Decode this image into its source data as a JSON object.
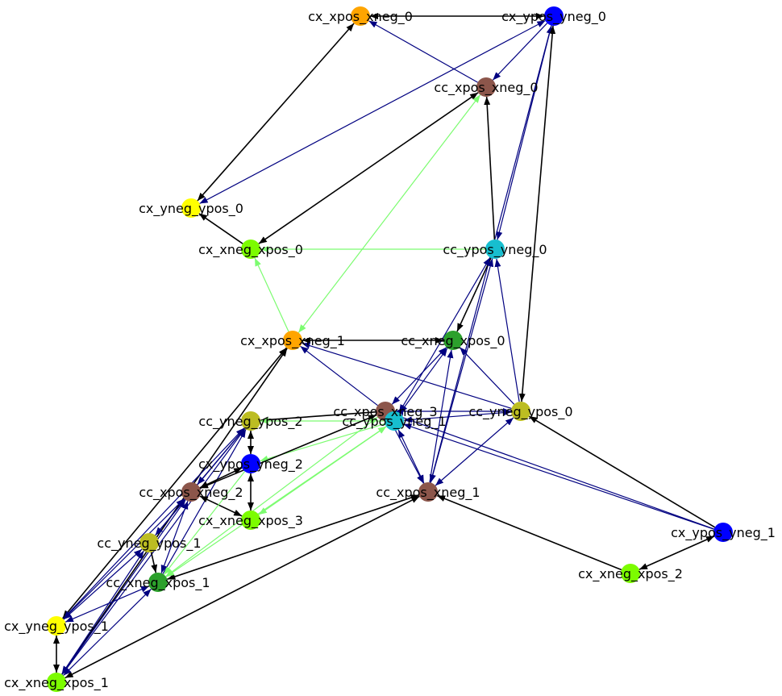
{
  "graph": {
    "nodes": [
      {
        "id": "cx_xpos_xneg_0",
        "label": "cx_xpos_xneg_0",
        "color": "#ffa500"
      },
      {
        "id": "cx_ypos_yneg_0",
        "label": "cx_ypos_yneg_0",
        "color": "#0000ff"
      },
      {
        "id": "cc_xpos_xneg_0",
        "label": "cc_xpos_xneg_0",
        "color": "#8c564b"
      },
      {
        "id": "cx_yneg_ypos_0",
        "label": "cx_yneg_ypos_0",
        "color": "#ffff00"
      },
      {
        "id": "cx_xneg_xpos_0",
        "label": "cx_xneg_xpos_0",
        "color": "#7cfc00"
      },
      {
        "id": "cc_ypos_yneg_0",
        "label": "cc_ypos_yneg_0",
        "color": "#17becf"
      },
      {
        "id": "cx_xpos_xneg_1",
        "label": "cx_xpos_xneg_1",
        "color": "#ffa500"
      },
      {
        "id": "cc_xneg_xpos_0",
        "label": "cc_xneg_xpos_0",
        "color": "#2ca02c"
      },
      {
        "id": "cc_xpos_xneg_3",
        "label": "cc_xpos_xneg_3",
        "color": "#8c564b"
      },
      {
        "id": "cc_ypos_yneg_1",
        "label": "cc_ypos_yneg_1",
        "color": "#17becf"
      },
      {
        "id": "cc_yneg_ypos_0",
        "label": "cc_yneg_ypos_0",
        "color": "#bcbd22"
      },
      {
        "id": "cc_yneg_ypos_2",
        "label": "cc_yneg_ypos_2",
        "color": "#bcbd22"
      },
      {
        "id": "cx_ypos_yneg_2",
        "label": "cx_ypos_yneg_2",
        "color": "#0000ff"
      },
      {
        "id": "cc_xpos_xneg_2",
        "label": "cc_xpos_xneg_2",
        "color": "#8c564b"
      },
      {
        "id": "cx_xneg_xpos_3",
        "label": "cx_xneg_xpos_3",
        "color": "#7cfc00"
      },
      {
        "id": "cc_xpos_xneg_1",
        "label": "cc_xpos_xneg_1",
        "color": "#8c564b"
      },
      {
        "id": "cc_yneg_ypos_1",
        "label": "cc_yneg_ypos_1",
        "color": "#bcbd22"
      },
      {
        "id": "cc_xneg_xpos_1",
        "label": "cc_xneg_xpos_1",
        "color": "#2ca02c"
      },
      {
        "id": "cx_ypos_yneg_1",
        "label": "cx_ypos_yneg_1",
        "color": "#0000ff"
      },
      {
        "id": "cx_xneg_xpos_2",
        "label": "cx_xneg_xpos_2",
        "color": "#7cfc00"
      },
      {
        "id": "cx_yneg_ypos_1",
        "label": "cx_yneg_ypos_1",
        "color": "#ffff00"
      },
      {
        "id": "cx_xneg_xpos_1",
        "label": "cx_xneg_xpos_1",
        "color": "#7cfc00"
      }
    ],
    "edge_colors": {
      "black": "#000000",
      "navy": "#000080",
      "green": "#7cfc70"
    },
    "edges": [
      {
        "from": "cx_xpos_xneg_0",
        "to": "cx_ypos_yneg_0",
        "color": "black",
        "bidirectional": true
      },
      {
        "from": "cx_xpos_xneg_0",
        "to": "cx_yneg_ypos_0",
        "color": "black",
        "bidirectional": true
      },
      {
        "from": "cc_xpos_xneg_0",
        "to": "cx_xpos_xneg_0",
        "color": "navy",
        "bidirectional": false
      },
      {
        "from": "cx_yneg_ypos_0",
        "to": "cx_ypos_yneg_0",
        "color": "navy",
        "bidirectional": true
      },
      {
        "from": "cx_ypos_yneg_0",
        "to": "cc_xpos_xneg_0",
        "color": "navy",
        "bidirectional": false
      },
      {
        "from": "cx_ypos_yneg_0",
        "to": "cc_ypos_yneg_0",
        "color": "navy",
        "bidirectional": true
      },
      {
        "from": "cx_ypos_yneg_0",
        "to": "cc_yneg_ypos_0",
        "color": "black",
        "bidirectional": true
      },
      {
        "from": "cx_ypos_yneg_0",
        "to": "cc_xpos_xneg_1",
        "color": "navy",
        "bidirectional": false
      },
      {
        "from": "cc_xpos_xneg_0",
        "to": "cx_xneg_xpos_0",
        "color": "black",
        "bidirectional": true
      },
      {
        "from": "cc_ypos_yneg_0",
        "to": "cc_xpos_xneg_0",
        "color": "black",
        "bidirectional": false
      },
      {
        "from": "cx_xpos_xneg_1",
        "to": "cc_xpos_xneg_0",
        "color": "green",
        "bidirectional": true
      },
      {
        "from": "cx_xneg_xpos_0",
        "to": "cx_yneg_ypos_0",
        "color": "black",
        "bidirectional": false
      },
      {
        "from": "cc_ypos_yneg_0",
        "to": "cx_xneg_xpos_0",
        "color": "green",
        "bidirectional": false
      },
      {
        "from": "cx_xpos_xneg_1",
        "to": "cx_xneg_xpos_0",
        "color": "green",
        "bidirectional": false
      },
      {
        "from": "cc_ypos_yneg_0",
        "to": "cc_xneg_xpos_0",
        "color": "black",
        "bidirectional": false
      },
      {
        "from": "cc_ypos_yneg_0",
        "to": "cc_ypos_yneg_1",
        "color": "navy",
        "bidirectional": true
      },
      {
        "from": "cc_ypos_yneg_0",
        "to": "cc_xpos_xneg_1",
        "color": "navy",
        "bidirectional": true
      },
      {
        "from": "cc_yneg_ypos_0",
        "to": "cc_ypos_yneg_0",
        "color": "navy",
        "bidirectional": false
      },
      {
        "from": "cc_xneg_xpos_0",
        "to": "cx_xpos_xneg_1",
        "color": "black",
        "bidirectional": true
      },
      {
        "from": "cc_yneg_ypos_0",
        "to": "cx_xpos_xneg_1",
        "color": "navy",
        "bidirectional": false
      },
      {
        "from": "cc_xpos_xneg_3",
        "to": "cx_xpos_xneg_1",
        "color": "navy",
        "bidirectional": false
      },
      {
        "from": "cx_xpos_xneg_1",
        "to": "cx_yneg_ypos_1",
        "color": "black",
        "bidirectional": true
      },
      {
        "from": "cx_xpos_xneg_1",
        "to": "cx_xneg_xpos_1",
        "color": "black",
        "bidirectional": true
      },
      {
        "from": "cc_xpos_xneg_3",
        "to": "cc_xneg_xpos_0",
        "color": "navy",
        "bidirectional": true
      },
      {
        "from": "cc_ypos_yneg_1",
        "to": "cc_xneg_xpos_0",
        "color": "navy",
        "bidirectional": true
      },
      {
        "from": "cc_xpos_xneg_1",
        "to": "cc_xneg_xpos_0",
        "color": "navy",
        "bidirectional": false
      },
      {
        "from": "cc_yneg_ypos_0",
        "to": "cc_xneg_xpos_0",
        "color": "navy",
        "bidirectional": false
      },
      {
        "from": "cc_xpos_xneg_3",
        "to": "cc_yneg_ypos_2",
        "color": "black",
        "bidirectional": false
      },
      {
        "from": "cc_xpos_xneg_3",
        "to": "cc_yneg_ypos_0",
        "color": "navy",
        "bidirectional": true
      },
      {
        "from": "cc_xpos_xneg_3",
        "to": "cc_xpos_xneg_1",
        "color": "navy",
        "bidirectional": false
      },
      {
        "from": "cc_ypos_yneg_1",
        "to": "cc_yneg_ypos_2",
        "color": "green",
        "bidirectional": false
      },
      {
        "from": "cc_ypos_yneg_1",
        "to": "cc_yneg_ypos_0",
        "color": "navy",
        "bidirectional": true
      },
      {
        "from": "cc_ypos_yneg_1",
        "to": "cx_ypos_yneg_2",
        "color": "green",
        "bidirectional": false
      },
      {
        "from": "cc_ypos_yneg_1",
        "to": "cc_xpos_xneg_1",
        "color": "navy",
        "bidirectional": true
      },
      {
        "from": "cc_xpos_xneg_1",
        "to": "cc_yneg_ypos_0",
        "color": "navy",
        "bidirectional": true
      },
      {
        "from": "cx_ypos_yneg_1",
        "to": "cc_yneg_ypos_0",
        "color": "black",
        "bidirectional": false
      },
      {
        "from": "cx_ypos_yneg_1",
        "to": "cc_ypos_yneg_1",
        "color": "navy",
        "bidirectional": false
      },
      {
        "from": "cx_ypos_yneg_1",
        "to": "cc_xpos_xneg_3",
        "color": "navy",
        "bidirectional": false
      },
      {
        "from": "cx_ypos_yneg_1",
        "to": "cx_xneg_xpos_2",
        "color": "black",
        "bidirectional": true
      },
      {
        "from": "cx_xneg_xpos_2",
        "to": "cc_xpos_xneg_1",
        "color": "black",
        "bidirectional": false
      },
      {
        "from": "cc_xpos_xneg_1",
        "to": "cc_xneg_xpos_1",
        "color": "black",
        "bidirectional": true
      },
      {
        "from": "cc_xpos_xneg_1",
        "to": "cx_xneg_xpos_1",
        "color": "black",
        "bidirectional": true
      },
      {
        "from": "cc_yneg_ypos_2",
        "to": "cx_ypos_yneg_2",
        "color": "black",
        "bidirectional": true
      },
      {
        "from": "cc_xpos_xneg_2",
        "to": "cc_yneg_ypos_2",
        "color": "navy",
        "bidirectional": true
      },
      {
        "from": "cc_yneg_ypos_1",
        "to": "cc_yneg_ypos_2",
        "color": "navy",
        "bidirectional": false
      },
      {
        "from": "cc_xneg_xpos_1",
        "to": "cc_yneg_ypos_2",
        "color": "navy",
        "bidirectional": false
      },
      {
        "from": "cx_yneg_ypos_1",
        "to": "cc_yneg_ypos_2",
        "color": "navy",
        "bidirectional": false
      },
      {
        "from": "cx_xneg_xpos_1",
        "to": "cc_yneg_ypos_2",
        "color": "navy",
        "bidirectional": false
      },
      {
        "from": "cx_ypos_yneg_2",
        "to": "cc_xpos_xneg_2",
        "color": "black",
        "bidirectional": true
      },
      {
        "from": "cx_ypos_yneg_2",
        "to": "cx_xneg_xpos_3",
        "color": "black",
        "bidirectional": true
      },
      {
        "from": "cc_xpos_xneg_3",
        "to": "cc_xpos_xneg_2",
        "color": "black",
        "bidirectional": true
      },
      {
        "from": "cc_xpos_xneg_3",
        "to": "cc_xneg_xpos_1",
        "color": "green",
        "bidirectional": true
      },
      {
        "from": "cc_ypos_yneg_1",
        "to": "cx_xneg_xpos_3",
        "color": "green",
        "bidirectional": true
      },
      {
        "from": "cc_ypos_yneg_1",
        "to": "cc_xneg_xpos_1",
        "color": "green",
        "bidirectional": true
      },
      {
        "from": "cc_xpos_xneg_2",
        "to": "cx_xneg_xpos_3",
        "color": "black",
        "bidirectional": true
      },
      {
        "from": "cx_ypos_yneg_2",
        "to": "cc_xneg_xpos_1",
        "color": "green",
        "bidirectional": false
      },
      {
        "from": "cc_xpos_xneg_2",
        "to": "cc_yneg_ypos_1",
        "color": "navy",
        "bidirectional": true
      },
      {
        "from": "cc_xpos_xneg_2",
        "to": "cc_xneg_xpos_1",
        "color": "navy",
        "bidirectional": true
      },
      {
        "from": "cc_xpos_xneg_2",
        "to": "cx_yneg_ypos_1",
        "color": "navy",
        "bidirectional": true
      },
      {
        "from": "cc_xpos_xneg_2",
        "to": "cx_xneg_xpos_1",
        "color": "navy",
        "bidirectional": true
      },
      {
        "from": "cc_yneg_ypos_1",
        "to": "cc_xneg_xpos_1",
        "color": "black",
        "bidirectional": false
      },
      {
        "from": "cc_yneg_ypos_1",
        "to": "cx_yneg_ypos_1",
        "color": "navy",
        "bidirectional": true
      },
      {
        "from": "cc_yneg_ypos_1",
        "to": "cx_xneg_xpos_1",
        "color": "navy",
        "bidirectional": true
      },
      {
        "from": "cc_xneg_xpos_1",
        "to": "cx_yneg_ypos_1",
        "color": "navy",
        "bidirectional": true
      },
      {
        "from": "cc_xneg_xpos_1",
        "to": "cx_xneg_xpos_1",
        "color": "navy",
        "bidirectional": true
      },
      {
        "from": "cx_yneg_ypos_1",
        "to": "cx_xneg_xpos_1",
        "color": "black",
        "bidirectional": true
      }
    ]
  }
}
